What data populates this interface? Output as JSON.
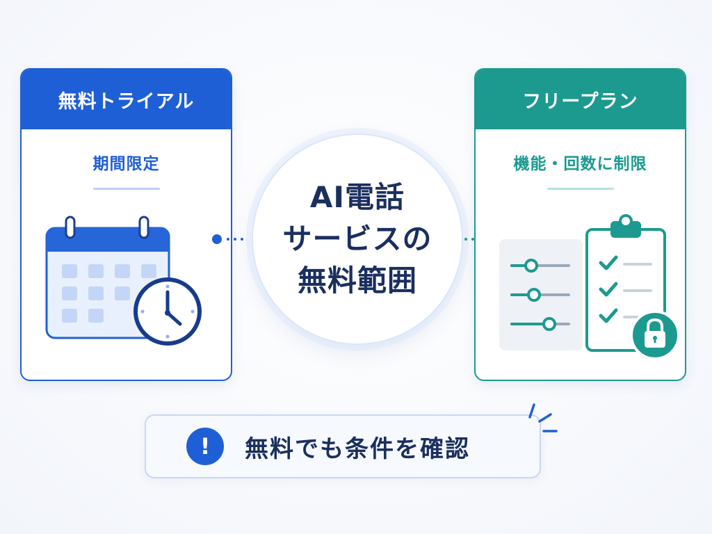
{
  "left_card": {
    "title": "無料トライアル",
    "subtitle": "期間限定",
    "icon": "calendar-clock-icon"
  },
  "right_card": {
    "title": "フリープラン",
    "subtitle": "機能・回数に制限",
    "icon": "checklist-lock-icon"
  },
  "center": {
    "line1": "AI電話",
    "line2": "サービスの",
    "line3": "無料範囲"
  },
  "notice": {
    "icon_glyph": "!",
    "text": "無料でも条件を確認"
  },
  "colors": {
    "blue": "#1f5fd6",
    "teal": "#1c9a90",
    "navy": "#1a2f5e"
  }
}
